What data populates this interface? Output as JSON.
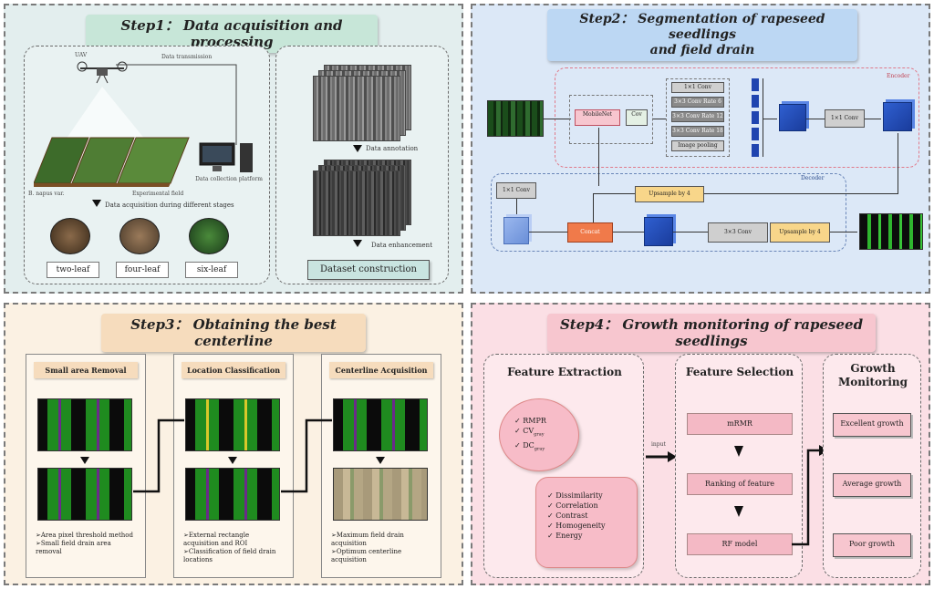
{
  "step1": {
    "title": "Step1： Data acquisition and processing",
    "labels": {
      "uav": "UAV",
      "transmission": "Data transmission",
      "computer": "Data collection platform",
      "rapeseed": "B. napus var.",
      "field": "Experimental field",
      "acquisition": "Data acquisition during different stages",
      "annotation": "Data annotation",
      "enhancement": "Data enhancement",
      "dataset": "Dataset construction"
    },
    "stages": [
      "two-leaf",
      "four-leaf",
      "six-leaf"
    ]
  },
  "step2": {
    "title_line1": "Step2： Segmentation of rapeseed seedlings",
    "title_line2": "and field drain",
    "encoder_label": "Encoder",
    "decoder_label": "Decoder",
    "mobilenet": "MobileNet",
    "conv": "Cov",
    "aspp": [
      "1×1 Conv",
      "3×3 Conv Rate 6",
      "3×3 Conv Rate 12",
      "3×3 Conv Rate 18",
      "Image pooling"
    ],
    "conv1x1": "1×1 Conv",
    "conv1x1_dec": "1×1 Conv",
    "upsample1": "Upsample by 4",
    "upsample2": "Upsample by 4",
    "concat": "Concat",
    "conv3x3": "3×3 Conv"
  },
  "step3": {
    "title": "Step3： Obtaining the best centerline",
    "col1": {
      "header": "Small area Removal",
      "bullets": [
        "Area pixel threshold method",
        "Small field drain area removal"
      ]
    },
    "col2": {
      "header": "Location Classification",
      "bullets": [
        "External rectangle acquisition and ROI",
        "Classification of field drain locations"
      ]
    },
    "col3": {
      "header": "Centerline Acquisition",
      "bullets": [
        "Maximum field drain acquisition",
        "Optimum centerline acquisition"
      ]
    }
  },
  "step4": {
    "title": "Step4： Growth monitoring of rapeseed seedlings",
    "extraction_title": "Feature Extraction",
    "indices": [
      "RMPR",
      "CV",
      "DC"
    ],
    "index_sub": "gray",
    "textures": [
      "Dissimilarity",
      "Correlation",
      "Contrast",
      "Homogeneity",
      "Energy"
    ],
    "input_label": "input",
    "selection_title": "Feature Selection",
    "mrmr": "mRMR",
    "ranking": "Ranking of feature",
    "rf": "RF model",
    "monitoring_title": "Growth Monitoring",
    "growth": [
      "Excellent growth",
      "Average growth",
      "Poor growth"
    ]
  },
  "colors": {
    "q1_bg": "#e3eeee",
    "q2_bg": "#dce8f7",
    "q3_bg": "#fbf1e3",
    "q4_bg": "#fbdfe5",
    "encoder_border": "#e07a8a",
    "block_blue": "#1f44b0",
    "concat_orange": "#f07a4a",
    "upsample_yellow": "#f8d68a"
  }
}
